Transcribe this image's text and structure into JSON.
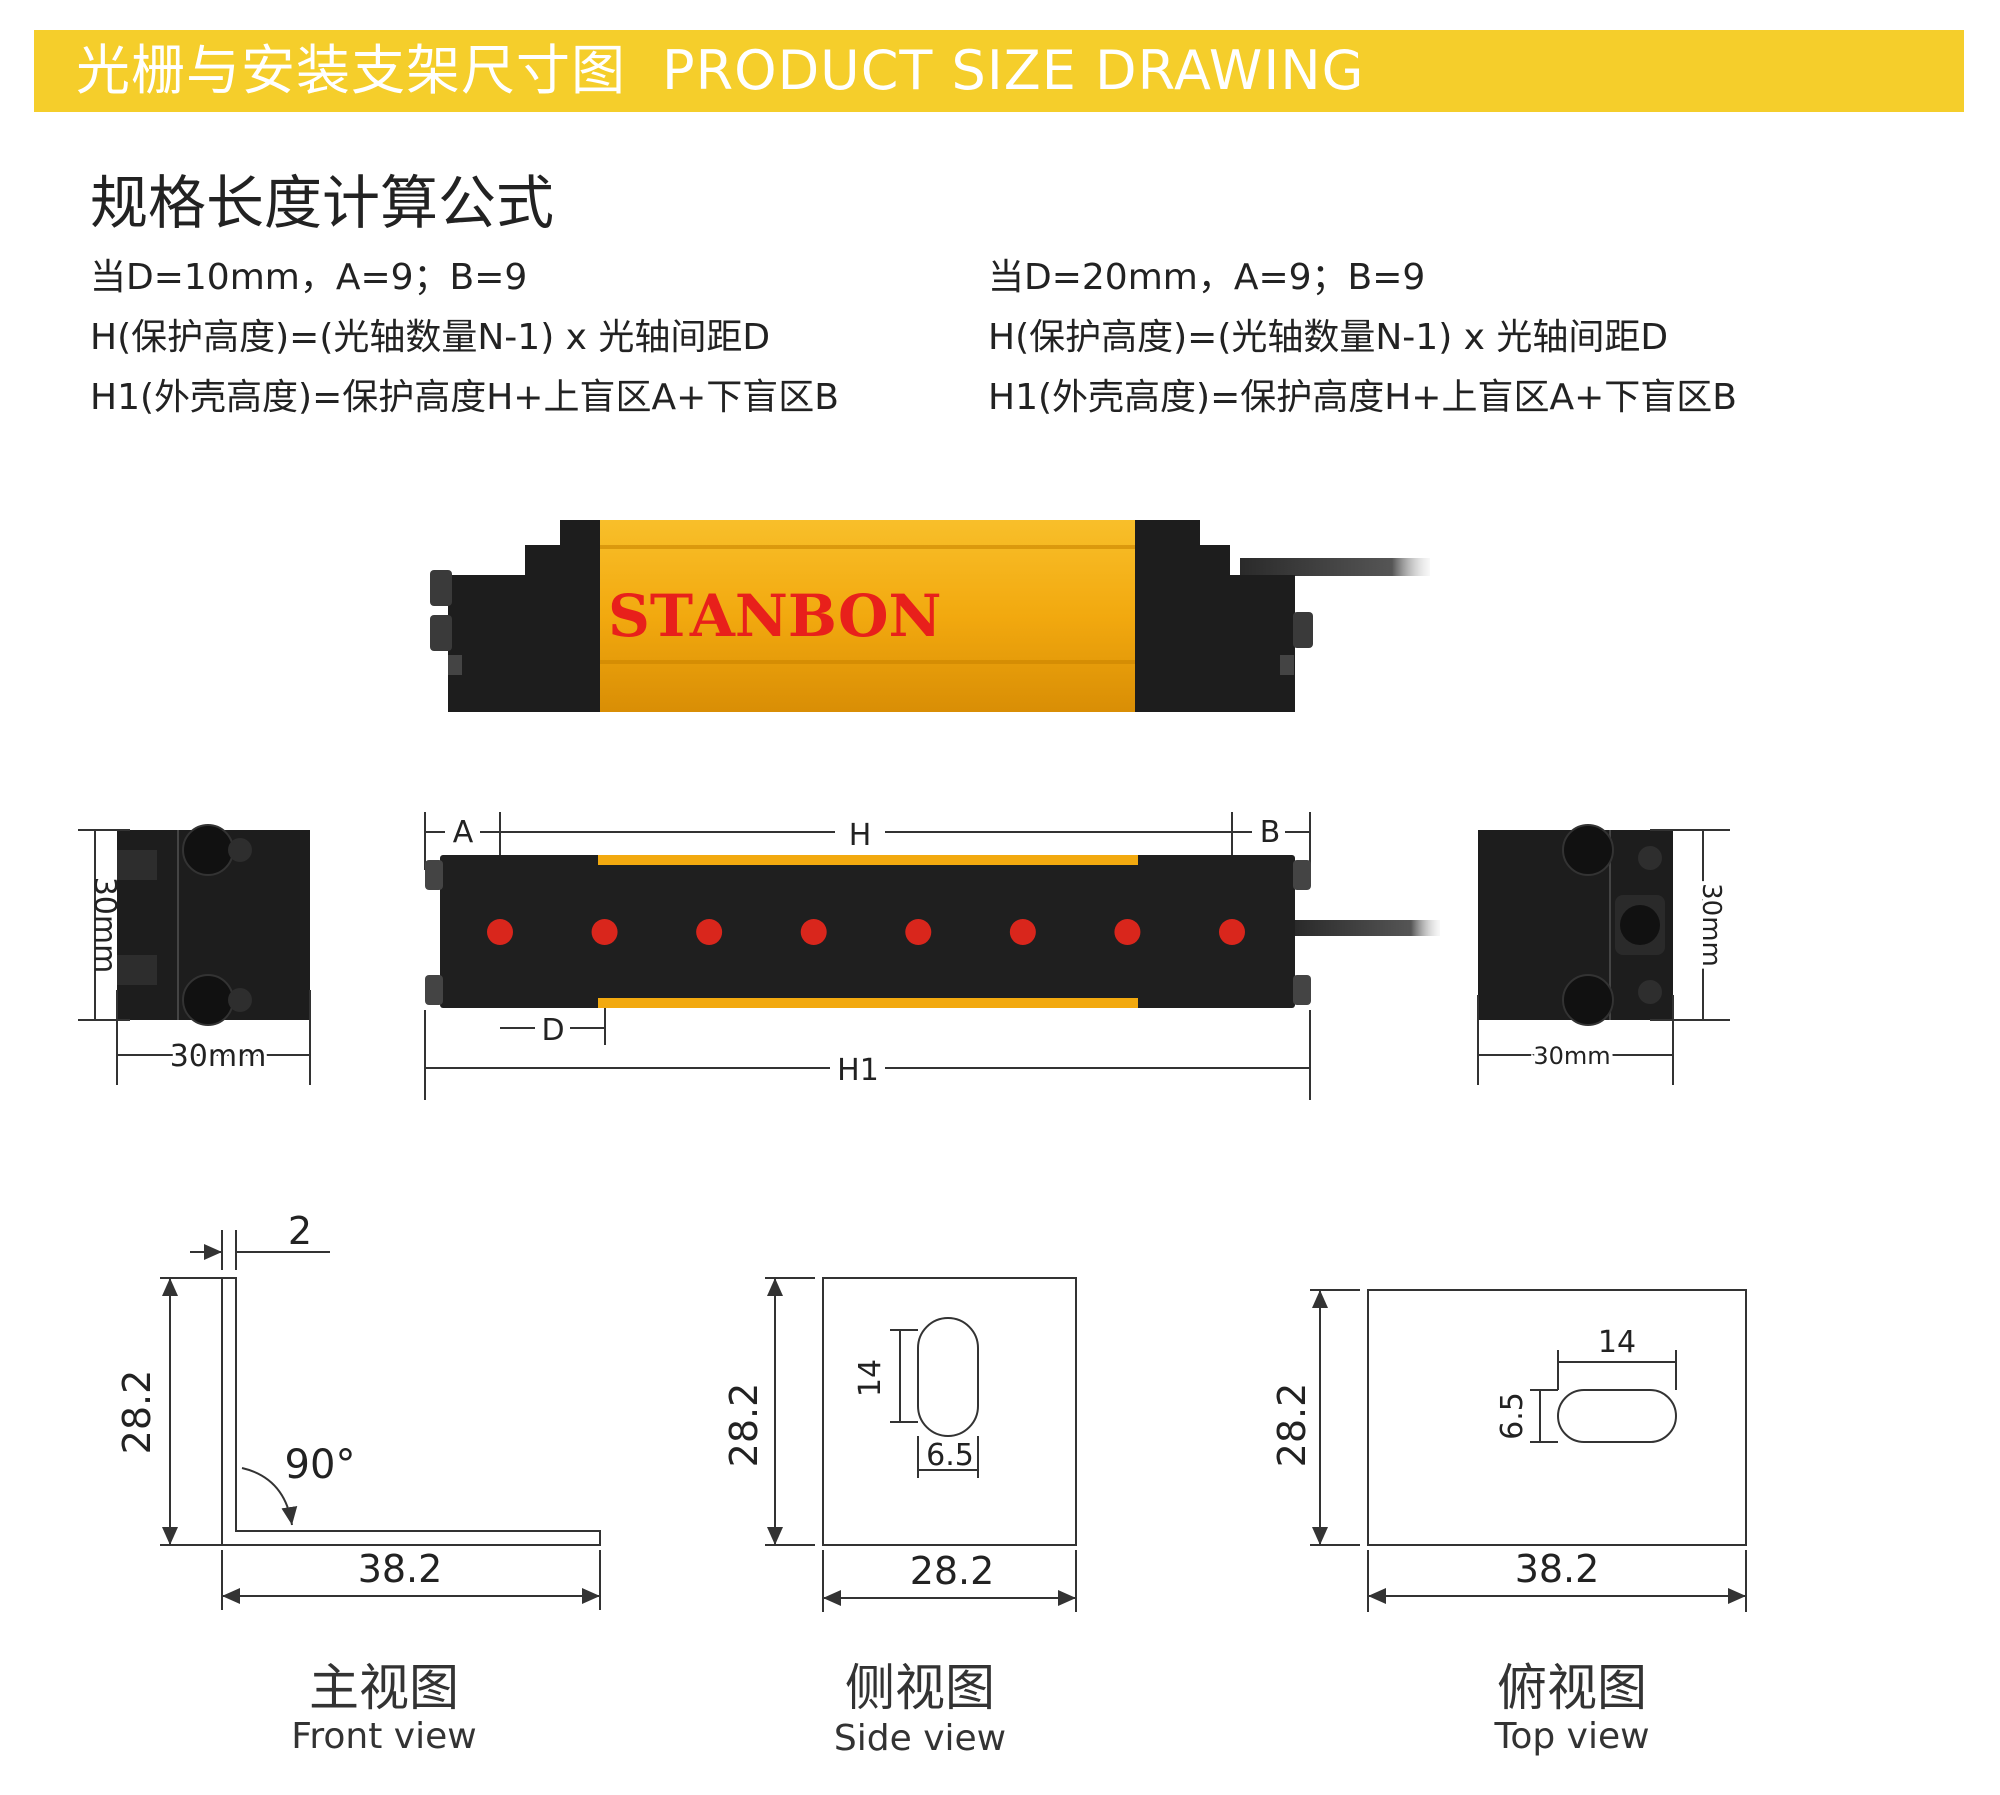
{
  "header": {
    "title_cn": "光栅与安装支架尺寸图",
    "title_en": "PRODUCT SIZE DRAWING"
  },
  "formula_section": {
    "title": "规格长度计算公式",
    "left": {
      "line1": "当D=10mm，A=9；B=9",
      "line2": "H(保护高度)=(光轴数量N-1) x 光轴间距D",
      "line3": "H1(外壳高度)=保护高度H+上盲区A+下盲区B"
    },
    "right": {
      "line1": "当D=20mm，A=9；B=9",
      "line2": "H(保护高度)=(光轴数量N-1) x 光轴间距D",
      "line3": "H1(外壳高度)=保护高度H+上盲区A+下盲区B"
    }
  },
  "product": {
    "brand": "STANBON",
    "beam_count": 8
  },
  "dimensions": {
    "a": "A",
    "h": "H",
    "b": "B",
    "d": "D",
    "h1": "H1",
    "end_width": "30mm",
    "end_height": "30mm"
  },
  "bracket": {
    "thickness": "2",
    "height": "28.2",
    "angle": "90°",
    "length": "38.2",
    "slot_length": "14",
    "slot_width": "6.5",
    "side_width": "28.2",
    "top_length": "38.2"
  },
  "views": {
    "front_cn": "主视图",
    "front_en": "Front view",
    "side_cn": "侧视图",
    "side_en": "Side view",
    "top_cn": "俯视图",
    "top_en": "Top view"
  },
  "colors": {
    "banner": "#f5ce2b",
    "housing_gold": "#f2a90f",
    "beam_red": "#d9261c",
    "brand_red": "#e8201b",
    "body_black": "#1b1b1b"
  }
}
